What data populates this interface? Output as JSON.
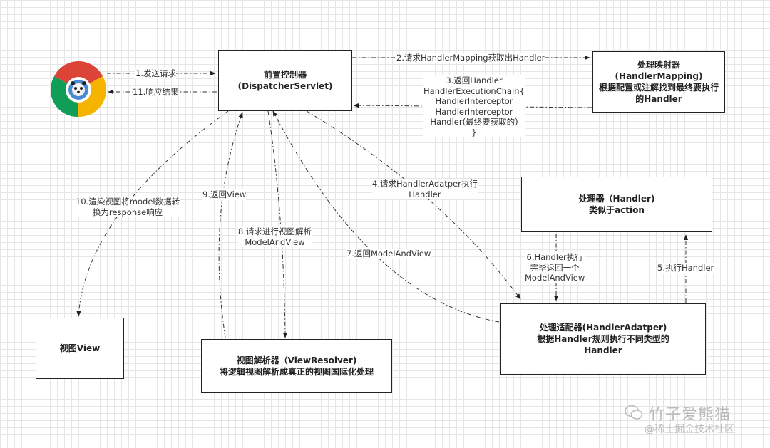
{
  "boxes": {
    "dispatcher": {
      "line1": "前置控制器",
      "line2": "(DispatcherServlet)"
    },
    "handler_mapping": {
      "line1": "处理映射器",
      "line2": "(HandlerMapping)",
      "line3": "根据配置或注解找到最终要执行",
      "line4": "的Handler"
    },
    "handler": {
      "line1": "处理器（Handler)",
      "line2": "类似于action"
    },
    "adapter": {
      "line1": "处理适配器(HandlerAdatper)",
      "line2": "根据Handler规则执行不同类型的",
      "line3": "Handler"
    },
    "view": {
      "line1": "视图View"
    },
    "view_resolver": {
      "line1": "视图解析器（ViewResolver)",
      "line2": "将逻辑视图解析成真正的视图国际化处理"
    }
  },
  "edges": {
    "e1": {
      "l1": "1.发送请求"
    },
    "e11": {
      "l1": "11.响应结果"
    },
    "e2": {
      "l1": "2.请求HandlerMapping获取出Handler"
    },
    "e3": {
      "l1": "3.返回Handler",
      "l2": "HandlerExecutionChain{",
      "l3": "HandlerInterceptor",
      "l4": "HandlerInterceptor",
      "l5": "Handler(最终要获取的)",
      "l6": "}"
    },
    "e4": {
      "l1": "4.请求HandlerAdatper执行",
      "l2": "Handler"
    },
    "e5": {
      "l1": "5.执行Handler"
    },
    "e6": {
      "l1": "6.Handler执行",
      "l2": "完毕返回一个",
      "l3": "ModelAndView"
    },
    "e7": {
      "l1": "7.返回ModelAndView"
    },
    "e8": {
      "l1": "8.请求进行视图解析",
      "l2": "ModelAndView"
    },
    "e9": {
      "l1": "9.返回View"
    },
    "e10": {
      "l1": "10.渲染视图将model数据转",
      "l2": "换为response响应"
    }
  },
  "watermark": {
    "name": "竹子爱熊猫",
    "site": "@稀土掘金技术社区"
  },
  "icons": {
    "browser": "chrome-browser-icon"
  }
}
